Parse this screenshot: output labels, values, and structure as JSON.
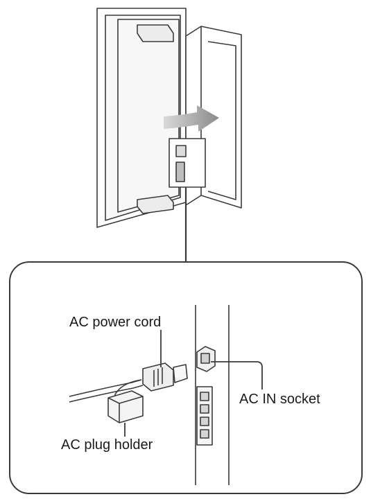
{
  "labels": {
    "ac_power_cord": "AC power cord",
    "ac_in_socket": "AC IN socket",
    "ac_plug_holder": "AC plug holder"
  },
  "colors": {
    "line": "#3a3a3a",
    "fill_light": "#f2f2f2",
    "shade": "#cfcfcf",
    "arrow_start": "#d6d6d6",
    "arrow_end": "#8c8c8c"
  }
}
